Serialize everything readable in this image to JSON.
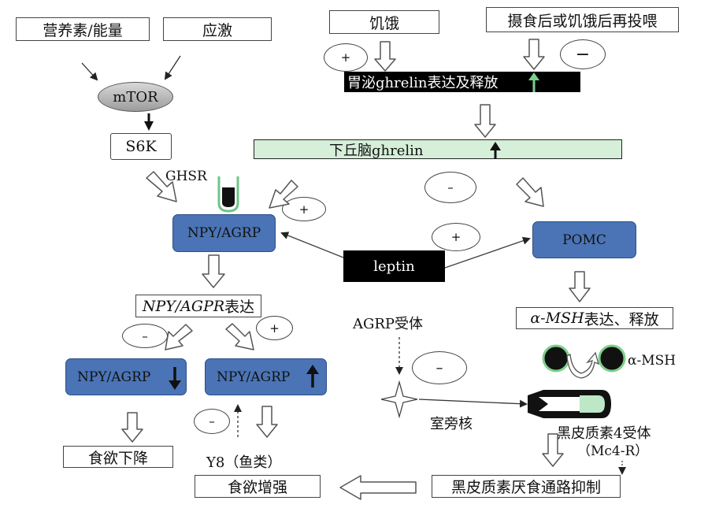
{
  "top_left": {
    "nutrients": "营养素/能量",
    "stress": "应激"
  },
  "mtor": "mTOR",
  "s6k": "S6K",
  "ghsr": "GHSR",
  "hunger": "饥饿",
  "after_feeding": "摄食后或饥饿后再投喂",
  "stomach_ghrelin": "胃泌ghrelin表达及释放",
  "hypothalamus_ghrelin": "下丘脑ghrelin",
  "npy_agrp": "NPY/AGRP",
  "leptin": "leptin",
  "pomc": "POMC",
  "npy_expr": {
    "ital": "NPY/AGPR",
    "rest": "表达"
  },
  "agrp_receptor": "AGRP受体",
  "msh_expr": {
    "ital": "α-MSH",
    "rest": "表达、释放"
  },
  "msh": "α-MSH",
  "npy_down": "NPY/AGRP",
  "npy_up": "NPY/AGRP",
  "appetite_down": "食欲下降",
  "y8": "Y8（鱼类）",
  "appetite_up": "食欲增强",
  "pvn": "室旁核",
  "mc4r_label": "黑皮质素4受体",
  "mc4r_sub": "（Mc4-R）",
  "melanocortin_inhibit": "黑皮质素厌食通路抑制",
  "signs": {
    "plus": "+",
    "minus": "−",
    "minus_u": "–"
  },
  "colors": {
    "blue": "#4a74b5",
    "green": "#d5efd9",
    "black": "#000000"
  }
}
